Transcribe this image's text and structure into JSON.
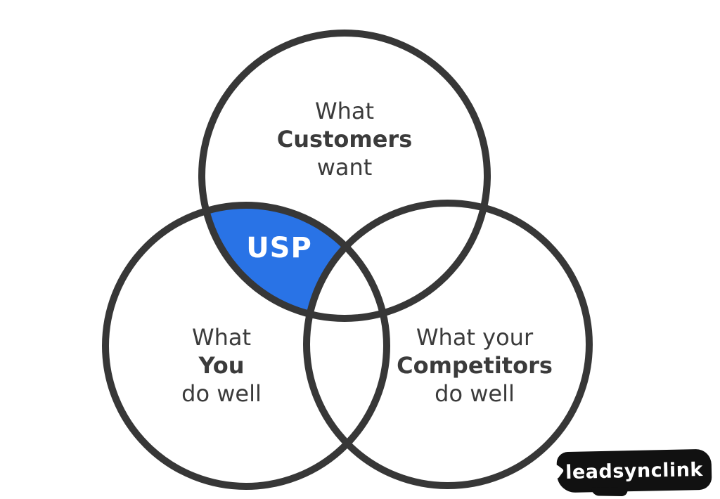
{
  "venn": {
    "circles": [
      {
        "id": "customers",
        "lines": [
          "What",
          "Customers",
          "want"
        ]
      },
      {
        "id": "you",
        "lines": [
          "What",
          "You",
          "do well"
        ]
      },
      {
        "id": "competitors",
        "lines": [
          "What your",
          "Competitors",
          "do well"
        ]
      }
    ],
    "intersection_label": "USP",
    "colors": {
      "ring_stroke": "#373737",
      "label_text": "#3b3b3b",
      "usp_fill": "#2973e6",
      "usp_text": "#ffffff"
    }
  },
  "watermark": {
    "text": "leadsynclink",
    "bg": "#111111",
    "color": "#ffffff"
  }
}
